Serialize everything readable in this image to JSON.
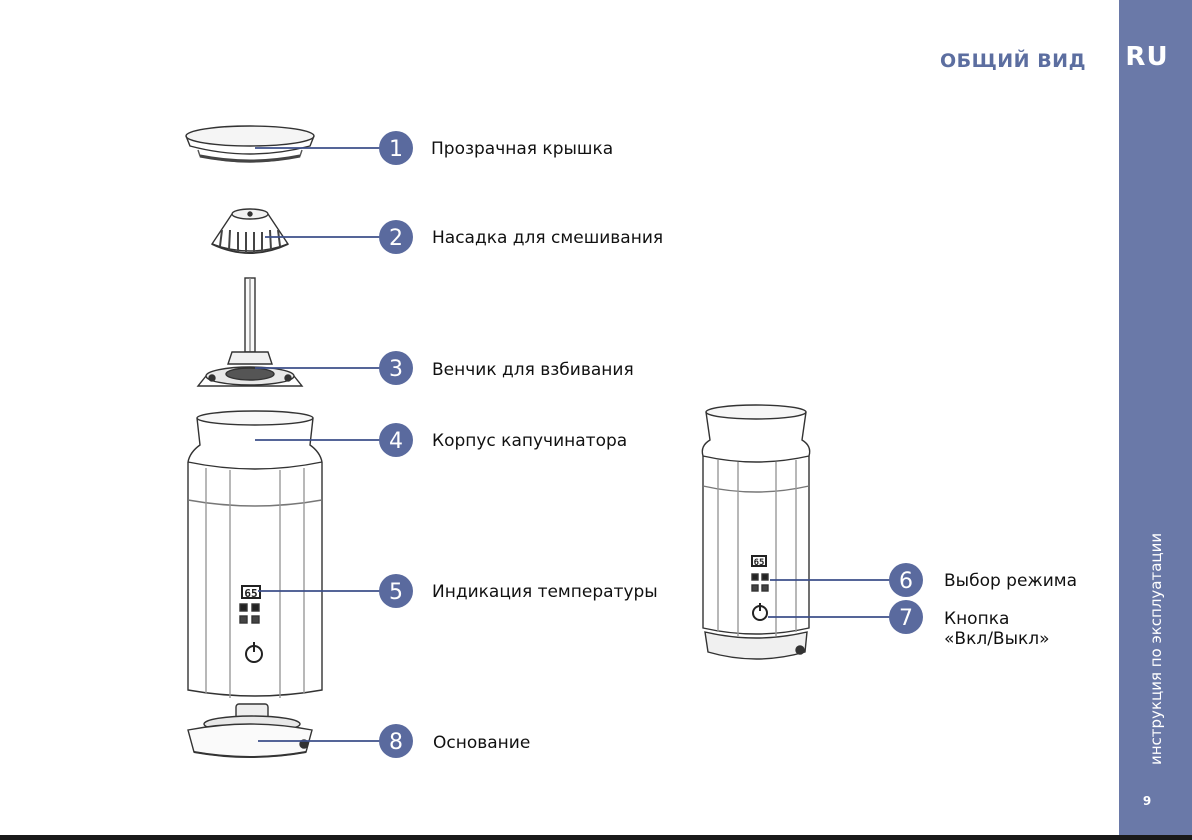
{
  "header": {
    "section_title": "ОБЩИЙ ВИД",
    "language": "RU"
  },
  "sidebar": {
    "caption": "инструкция по эксплуатации",
    "page_number": "9"
  },
  "parts": [
    {
      "number": "1",
      "label": "Прозрачная крышка"
    },
    {
      "number": "2",
      "label": "Насадка для смешивания"
    },
    {
      "number": "3",
      "label": "Венчик для взбивания"
    },
    {
      "number": "4",
      "label": "Корпус капучинатора"
    },
    {
      "number": "5",
      "label": "Индикация температуры"
    },
    {
      "number": "6",
      "label": "Выбор режима"
    },
    {
      "number": "7",
      "label_line1": "Кнопка",
      "label_line2": "«Вкл/Выкл»"
    },
    {
      "number": "8",
      "label": "Основание"
    }
  ],
  "display": {
    "temperature": "65"
  },
  "colors": {
    "accent": "#6a79a8",
    "title": "#5c6ea0",
    "callout_circle": "#5a6a9e",
    "leader_line": "#3d4f8a"
  }
}
